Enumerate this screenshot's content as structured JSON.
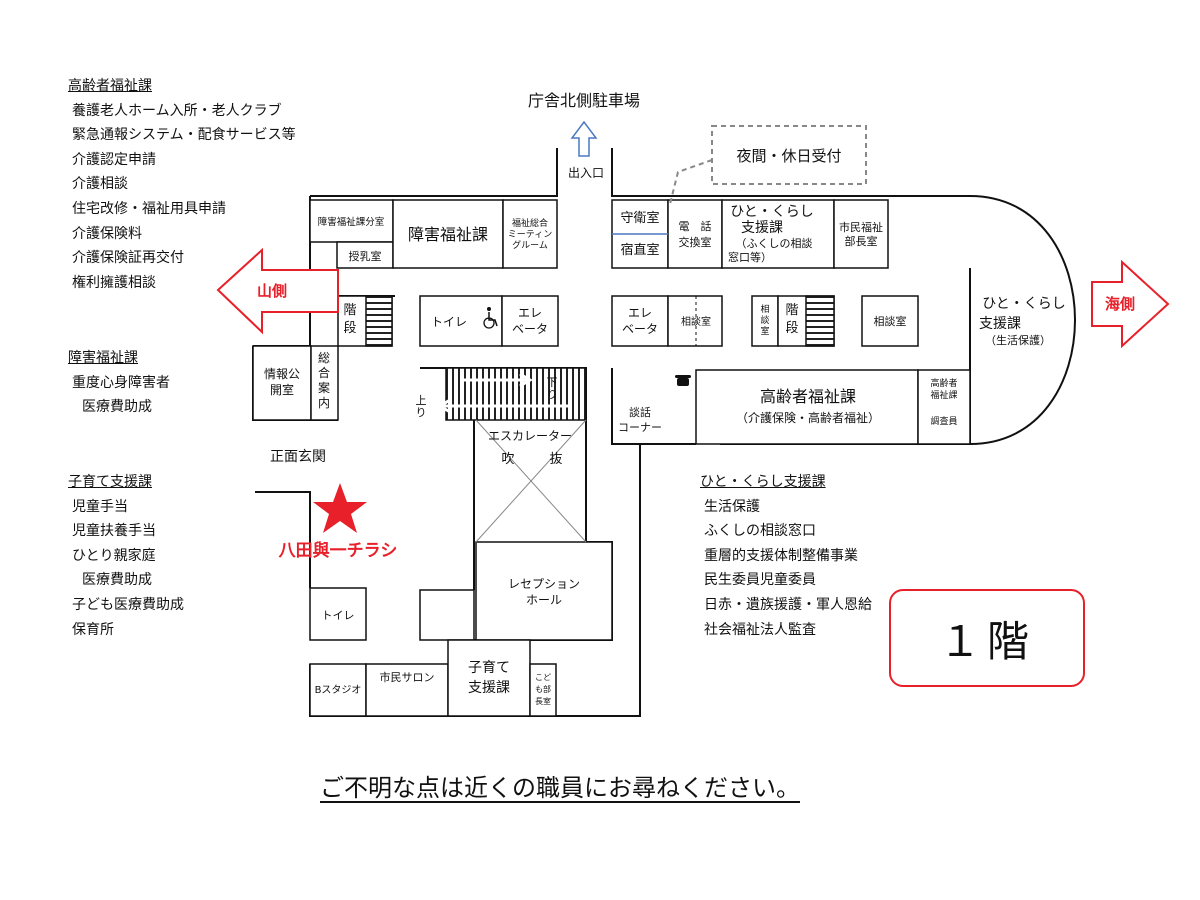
{
  "colors": {
    "accent_red": "#e8202a",
    "line": "#111111",
    "dashed": "#888888",
    "arrow_blue": "#4a78c2"
  },
  "left_panel": {
    "elderly": {
      "title": "高齢者福祉課",
      "items": [
        "養護老人ホーム入所・老人クラブ",
        "緊急通報システム・配食サービス等",
        "介護認定申請",
        "介護相談",
        "住宅改修・福祉用具申請",
        "介護保険料",
        "介護保険証再交付",
        "権利擁護相談"
      ]
    },
    "disability": {
      "title": "障害福祉課",
      "items": [
        "重度心身障害者",
        "医療費助成"
      ]
    },
    "childcare": {
      "title": "子育て支援課",
      "items": [
        "児童手当",
        "児童扶養手当",
        "ひとり親家庭",
        "医療費助成",
        "子ども医療費助成",
        "保育所"
      ]
    }
  },
  "right_panel": {
    "title": "ひと・くらし支援課",
    "items": [
      "生活保護",
      "ふくしの相談窓口",
      "重層的支援体制整備事業",
      "民生委員児童委員",
      "日赤・遺族援護・軍人恩給",
      "社会福祉法人監査"
    ]
  },
  "map": {
    "parking": "庁舎北側駐車場",
    "exit": "出入口",
    "night": "夜間・休日受付",
    "mountain": "山側",
    "sea": "海側",
    "rooms": {
      "shogai_bunshitsu": "障害福祉課分室",
      "jyunyu": "授乳室",
      "shogai": "障害福祉課",
      "meeting": [
        "福祉総合",
        "ミーティン",
        "グルーム"
      ],
      "guard": "守衛室",
      "night_duty": "宿直室",
      "phone": [
        "電　話",
        "交換室"
      ],
      "hitokurashi_top": [
        "ひと・くらし",
        "支援課",
        "（ふくしの相談",
        "窓口等）"
      ],
      "director": [
        "市民福祉",
        "部長室"
      ],
      "hitokurashi_right": [
        "ひと・くらし",
        "支援課",
        "（生活保護）"
      ],
      "stairs": [
        "階",
        "段"
      ],
      "toilet": "トイレ",
      "elevator": [
        "エレ",
        "ベータ"
      ],
      "consult": "相談室",
      "consult_small": [
        "相",
        "談",
        "室"
      ],
      "info": [
        "情報公",
        "開室"
      ],
      "general": [
        "総",
        "合",
        "案",
        "内"
      ],
      "down": [
        "下",
        "り"
      ],
      "up": [
        "上",
        "り"
      ],
      "escalator": "エスカレーター",
      "atrium": [
        "吹",
        "抜"
      ],
      "lounge": [
        "談話",
        "コーナー"
      ],
      "elderly": "高齢者福祉課",
      "elderly_sub": "（介護保険・高齢者福祉）",
      "elderly_small": [
        "高齢者",
        "福祉課"
      ],
      "investigator": "調査員",
      "entrance": "正面玄関",
      "flyer": "八田與一チラシ",
      "reception": [
        "レセプション",
        "ホール"
      ],
      "toilet2": "トイレ",
      "studio": "Bスタジオ",
      "salon": "市民サロン",
      "childcare": [
        "子育て",
        "支援課"
      ],
      "kodomo": [
        "こど",
        "も部",
        "長室"
      ]
    }
  },
  "floor": "１階",
  "footer": "ご不明な点は近くの職員にお尋ねください。"
}
